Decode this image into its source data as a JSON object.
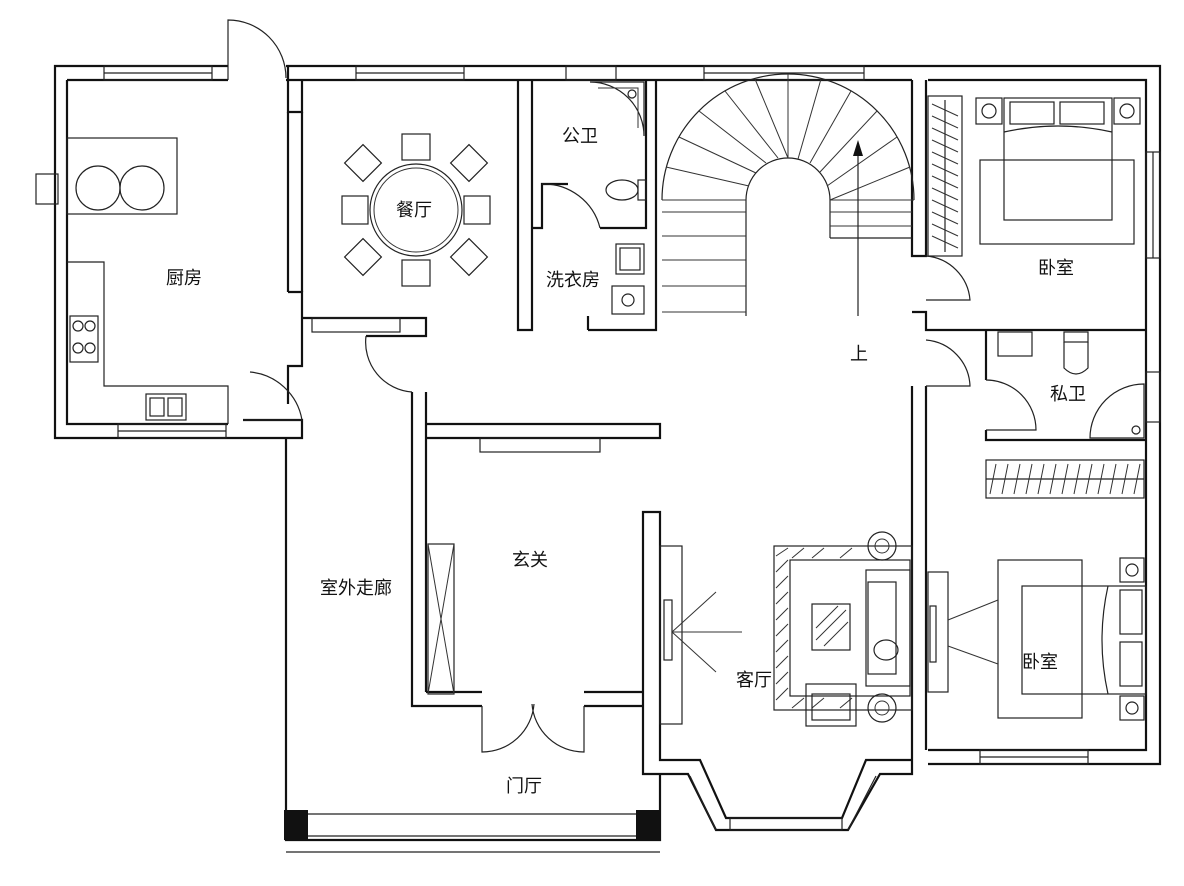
{
  "plan": {
    "rooms": {
      "kitchen": "厨房",
      "dining": "餐厅",
      "public_wc": "公卫",
      "laundry": "洗衣房",
      "bedroom_upper": "卧室",
      "private_wc": "私卫",
      "bedroom_lower": "卧室",
      "entry": "玄关",
      "corridor": "室外走廊",
      "living": "客厅",
      "foyer": "门厅",
      "stair_up": "上"
    },
    "colors": {
      "line": "#111111",
      "background": "#ffffff"
    }
  }
}
